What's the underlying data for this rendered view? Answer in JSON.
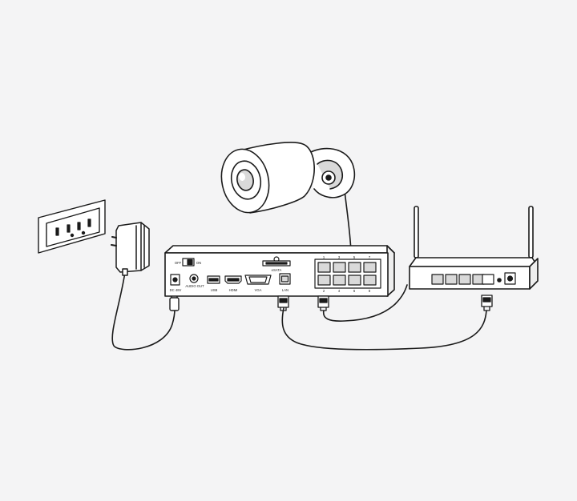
{
  "nvr": {
    "switch_off": "OFF",
    "switch_on": "ON",
    "dc_label": "DC 48V",
    "audio_label": "AUDIO OUT",
    "usb_label": "USB",
    "hdmi_label": "HDMI",
    "vga_label": "VGA",
    "esata_label": "eSATA",
    "lan_label": "LAN",
    "poe_top_labels": [
      "1",
      "3",
      "5",
      "7"
    ],
    "poe_bottom_labels": [
      "2",
      "4",
      "6",
      "8"
    ]
  },
  "colors": {
    "background": "#f4f4f5",
    "line": "#1b1b1b",
    "fill": "#ffffff",
    "shade": "#d9d9d9"
  }
}
